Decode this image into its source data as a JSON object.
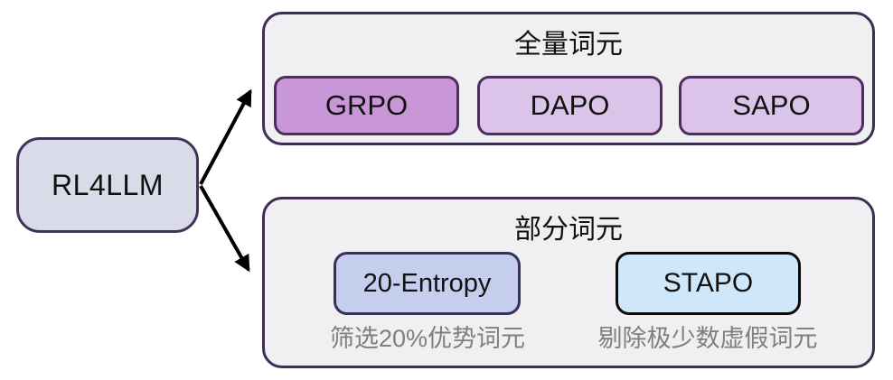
{
  "diagram": {
    "root": {
      "label": "RL4LLM"
    },
    "groups": [
      {
        "id": "full-tokens",
        "title": "全量词元",
        "items": [
          {
            "label": "GRPO"
          },
          {
            "label": "DAPO"
          },
          {
            "label": "SAPO"
          }
        ]
      },
      {
        "id": "partial-tokens",
        "title": "部分词元",
        "items": [
          {
            "label": "20-Entropy",
            "caption": "筛选20%优势词元"
          },
          {
            "label": "STAPO",
            "caption": "剔除极少数虚假词元"
          }
        ]
      }
    ],
    "colors": {
      "root_fill": "#d9dce8",
      "group_fill": "#f0eff1",
      "group_border": "#3f2d55",
      "grpo_fill": "#c997d8",
      "dapo_sapo_fill": "#dcc3e9",
      "purple_chip_border": "#4f2d5e",
      "entropy_fill": "#c6ceee",
      "entropy_border": "#37305f",
      "stapo_fill": "#cfe7fa",
      "stapo_border": "#0a0a0a",
      "caption_text": "#7f7f7f",
      "arrow": "#000000"
    }
  }
}
